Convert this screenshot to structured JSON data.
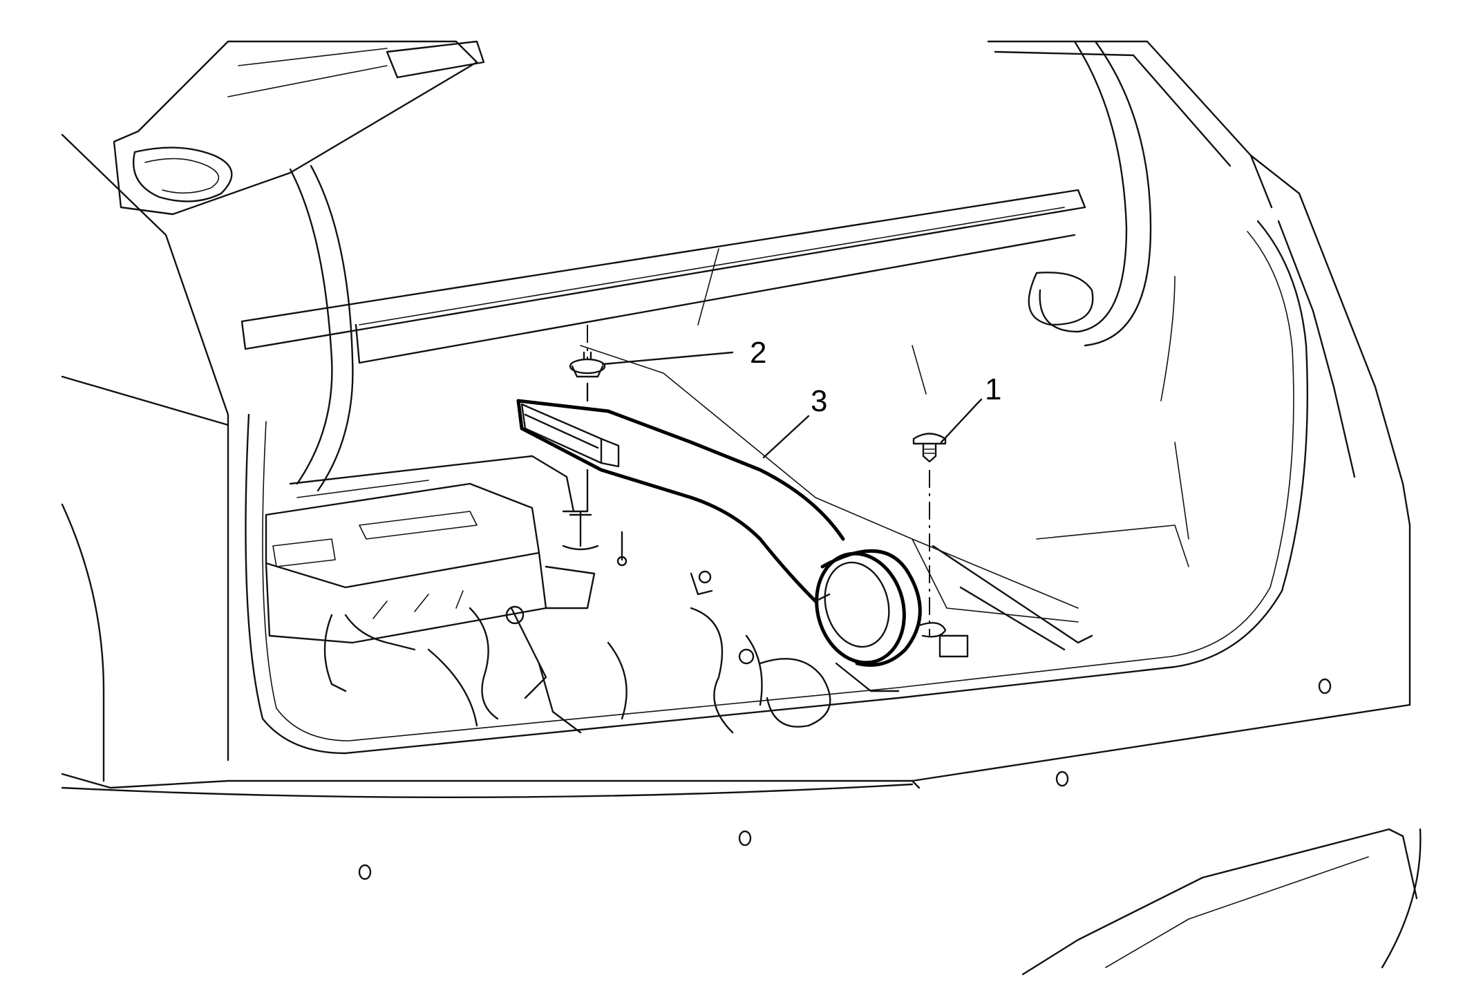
{
  "callouts": [
    {
      "id": "1",
      "label": "1",
      "part": "retainer-clip"
    },
    {
      "id": "2",
      "label": "2",
      "part": "grommet"
    },
    {
      "id": "3",
      "label": "3",
      "part": "air-duct"
    }
  ],
  "colors": {
    "line": "#111111",
    "background": "#ffffff"
  }
}
